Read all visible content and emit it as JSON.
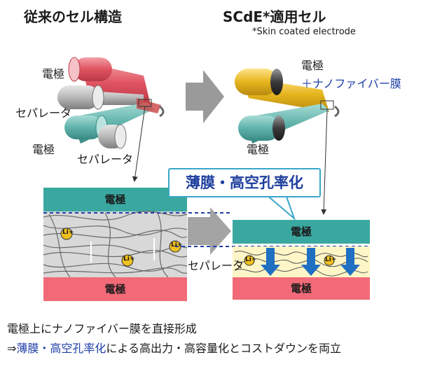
{
  "left_title": "従来のセル構造",
  "right_title": "SCdE*適用セル",
  "footnote": "*Skin coated electrode",
  "left_labels": {
    "electrode_top": "電極",
    "separator_1": "セパレータ",
    "electrode_bottom": "電極",
    "separator_2": "セパレータ"
  },
  "right_labels": {
    "electrode": "電極",
    "nanofiber": "＋ナノファイバー膜",
    "electrode_bottom": "電極"
  },
  "callout": "薄膜・高空孔率化",
  "left_stack": {
    "top_electrode": "電極",
    "bottom_electrode": "電極",
    "ion": "Li+"
  },
  "right_stack": {
    "top_electrode": "電極",
    "bottom_electrode": "電極",
    "ion": "Li+"
  },
  "separator_label": "セパレータ",
  "bottom_line1": "電極上にナノファイバー膜を直接形成",
  "bottom_line2": {
    "prefix": "⇒",
    "highlight": "薄膜・高空孔率化",
    "suffix": "による高出力・高容量化とコストダウンを両立"
  },
  "colors": {
    "electrode_teal": "#3aa8a0",
    "electrode_red": "#f06a78",
    "nanofiber_yellow": "#fff6c8",
    "arrow_blue": "#1f6fc2",
    "callout_blue": "#1e3f9e"
  }
}
